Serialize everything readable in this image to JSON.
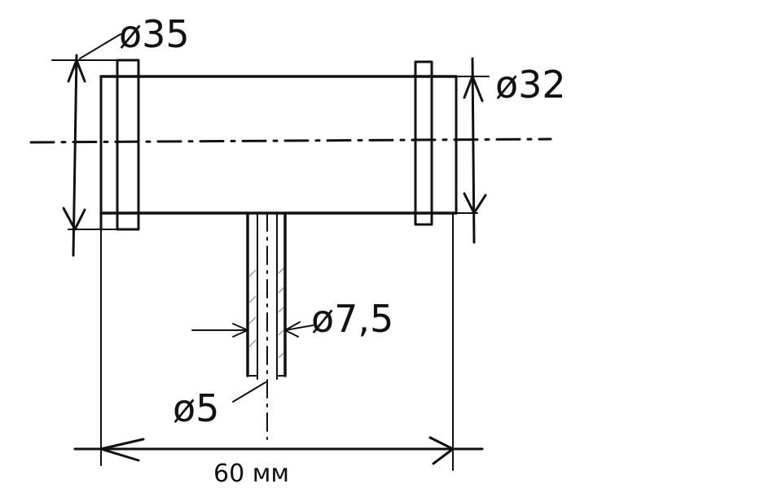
{
  "drawing": {
    "dimensions": {
      "flange_left_diameter": "ø35",
      "flange_right_diameter": "ø32",
      "nozzle_outer_diameter": "ø7,5",
      "nozzle_inner_diameter": "ø5",
      "overall_length": "60 мм"
    }
  },
  "colors": {
    "ink": "#111111",
    "background": "#ffffff",
    "hatch": "#9a9a9a"
  }
}
